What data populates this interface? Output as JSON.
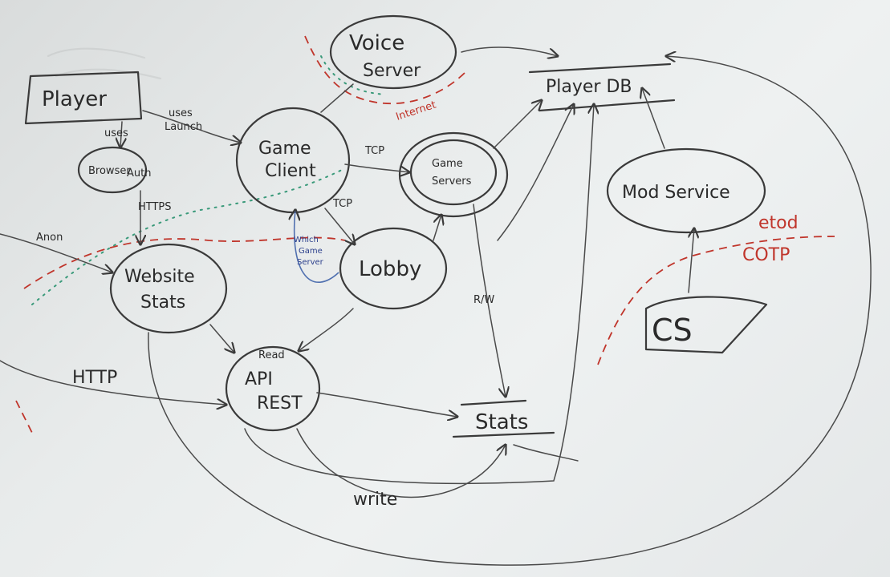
{
  "nodes": {
    "player": "Player",
    "browser": "Browser",
    "game_client_line1": "Game",
    "game_client_line2": "Client",
    "voice_line1": "Voice",
    "voice_line2": "Server",
    "player_db": "Player DB",
    "game_servers_line1": "Game",
    "game_servers_line2": "Servers",
    "mod_service": "Mod Service",
    "lobby": "Lobby",
    "website_line1": "Website",
    "website_line2": "Stats",
    "api_line1": "API",
    "api_line2": "REST",
    "stats": "Stats",
    "cs": "CS"
  },
  "edge_labels": {
    "uses_launch_line1": "uses",
    "uses_launch_line2": "Launch",
    "uses": "uses",
    "auth": "Auth",
    "https": "HTTPS",
    "tcp1": "TCP",
    "tcp2": "TCP",
    "anon": "Anon",
    "http": "HTTP",
    "read": "Read",
    "write": "write",
    "rw": "R/W",
    "which_line1": "Which",
    "which_line2": "Game",
    "which_line3": "Server",
    "internet": "Internet",
    "etod": "etod",
    "cotp": "COTP"
  }
}
